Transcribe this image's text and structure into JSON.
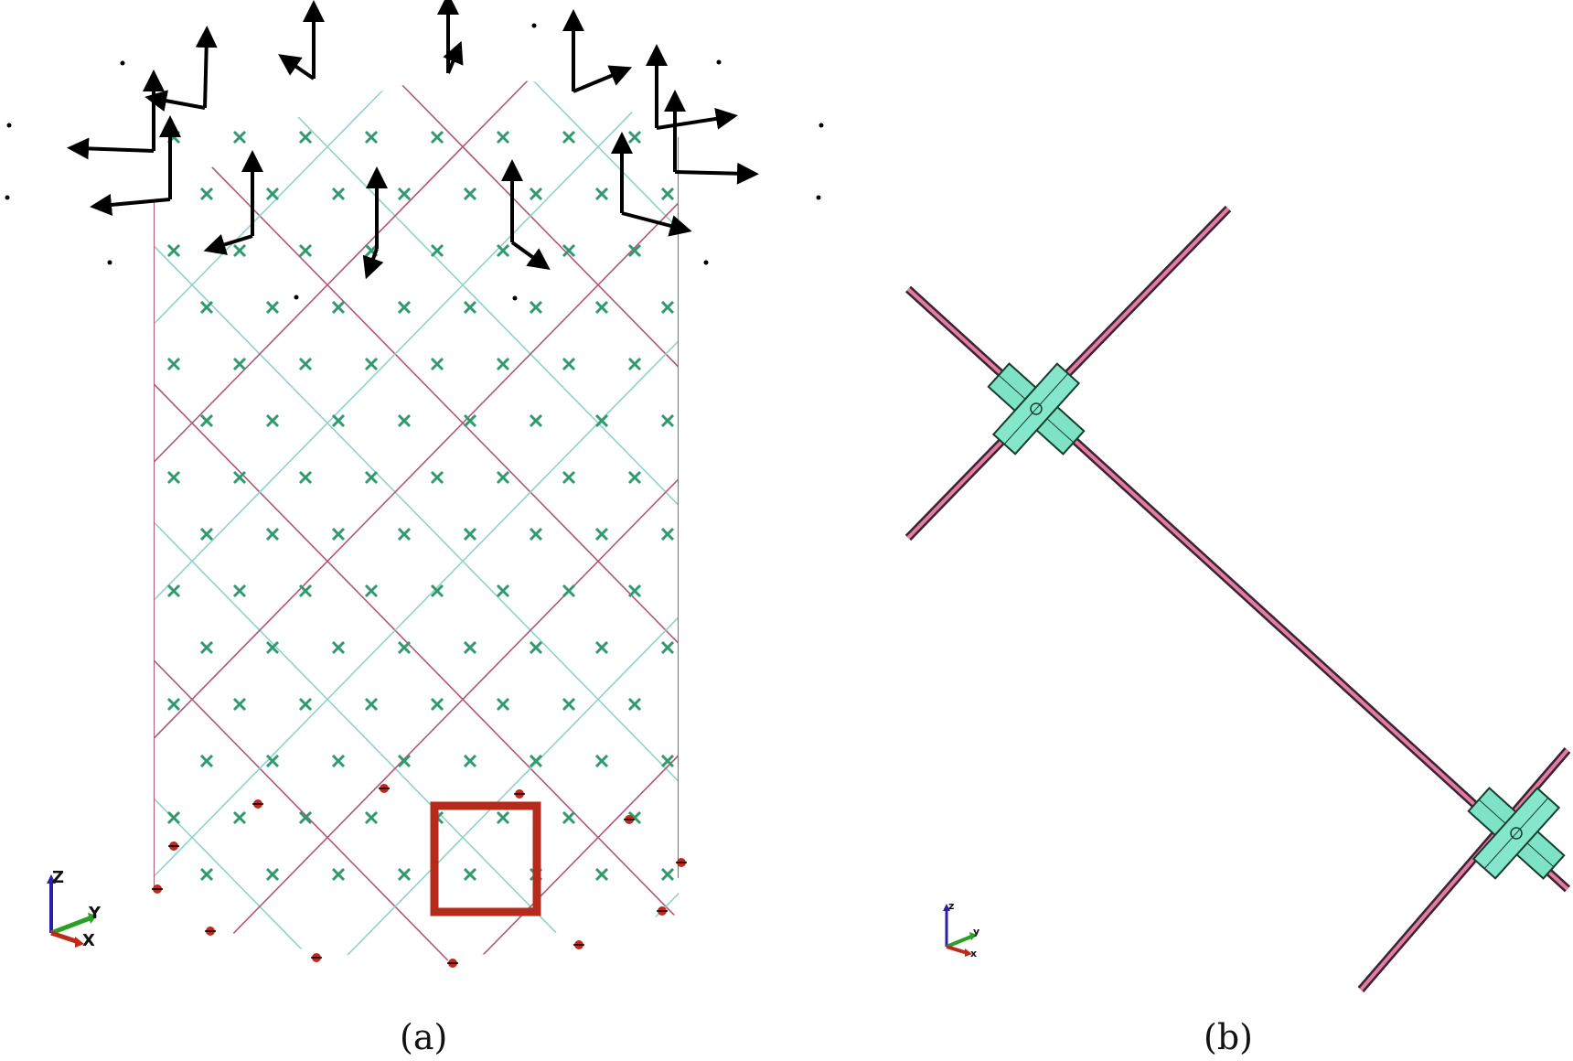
{
  "panels": [
    {
      "caption": "(a)",
      "axis_labels": {
        "z": "Z",
        "y": "Y",
        "x": "X"
      }
    },
    {
      "caption": "(b)",
      "axis_labels": {
        "z": "z",
        "y": "y",
        "x": "x"
      }
    }
  ],
  "colors": {
    "strut_pink": "#b0567a",
    "strut_cyan": "#8fd2cc",
    "joint_green": "#2f9a6e",
    "joint_fill": "#7ee3c6",
    "arrow": "#000000",
    "highlight_box": "#b52a1a",
    "axis_z": "#2a1fa8",
    "axis_y": "#2aa022",
    "axis_x": "#c0281c"
  }
}
